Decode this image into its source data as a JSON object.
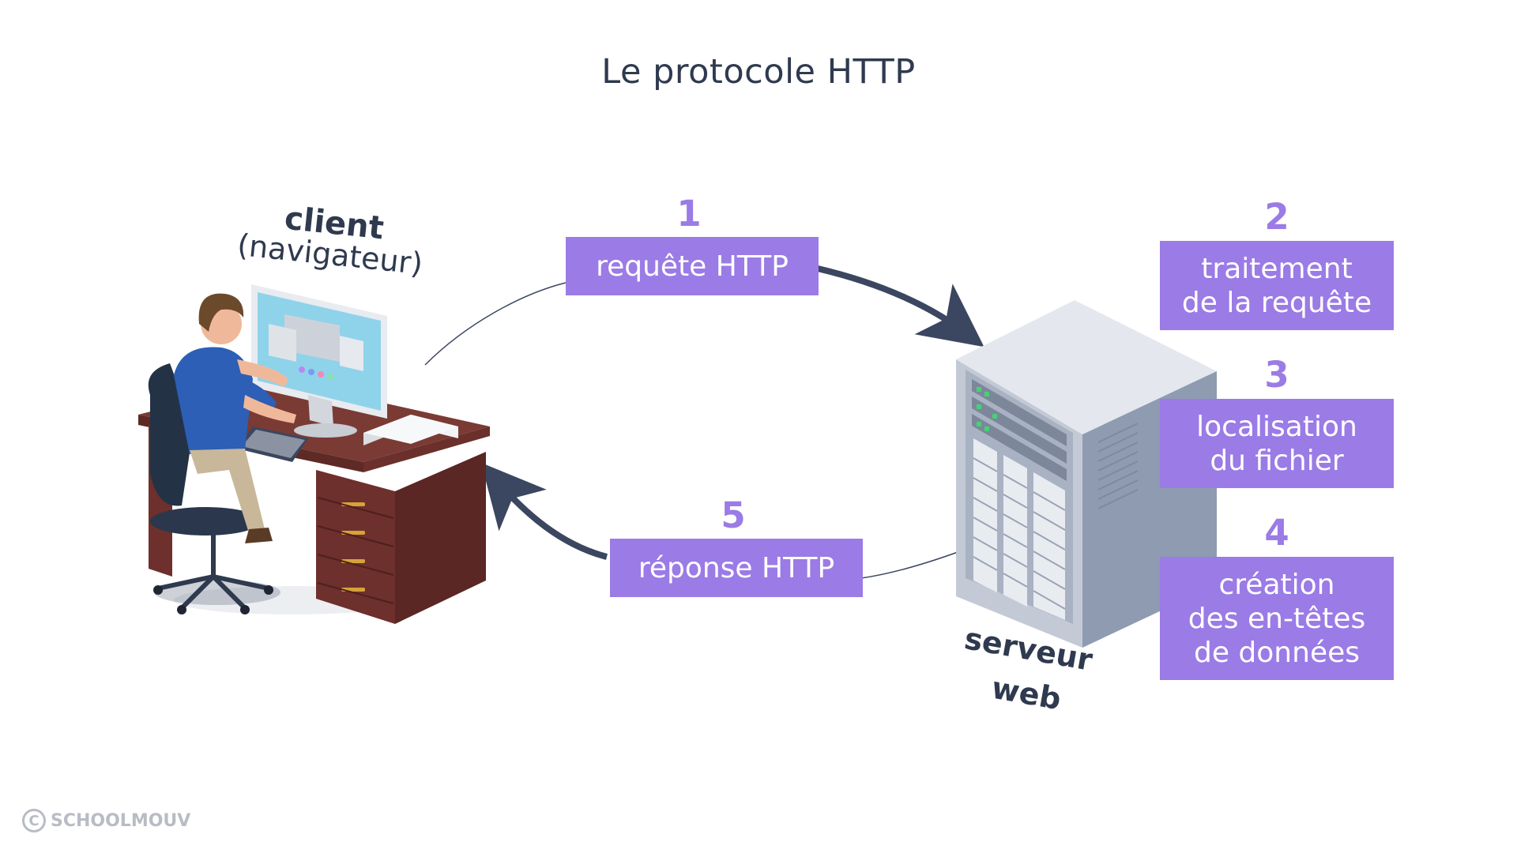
{
  "title": "Le protocole HTTP",
  "client": {
    "label_line1": "client",
    "label_line2": "(navigateur)"
  },
  "server": {
    "label_line1": "serveur",
    "label_line2": "web"
  },
  "steps": [
    {
      "num": "1",
      "lines": [
        "requête HTTP"
      ]
    },
    {
      "num": "2",
      "lines": [
        "traitement",
        "de la requête"
      ]
    },
    {
      "num": "3",
      "lines": [
        "localisation",
        "du fichier"
      ]
    },
    {
      "num": "4",
      "lines": [
        "création",
        "des en-têtes",
        "de données"
      ]
    },
    {
      "num": "5",
      "lines": [
        "réponse HTTP"
      ]
    }
  ],
  "brand": {
    "name": "SCHOOLMOUV",
    "symbol": "C"
  },
  "colors": {
    "accent": "#9b7be6",
    "text": "#2f3a4f",
    "arrow": "#3b4660",
    "brand": "#b8bcc4"
  },
  "icons": [
    "computer-desk-user-illustration",
    "server-tower-illustration",
    "arrow-right-curved",
    "arrow-left-curved",
    "copyright-icon"
  ]
}
